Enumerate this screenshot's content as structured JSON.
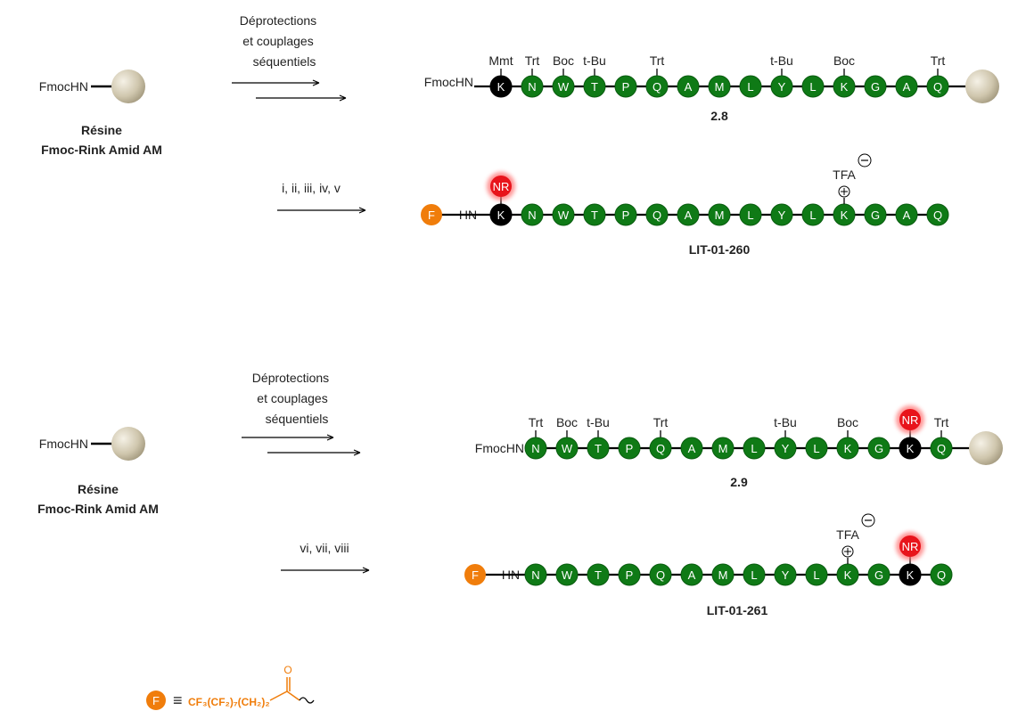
{
  "colors": {
    "residue_fill": "#0f7a16",
    "residue_stroke": "#0a5c10",
    "lysine_fill": "#000000",
    "nr_fill": "#e8141b",
    "nr_glow": "#ff6b6b",
    "fluoro_fill": "#f07d0b",
    "resin_fill": "#d3cbb5",
    "bond": "#000000"
  },
  "icons": {
    "resin": "resin-bead-icon",
    "fluoro_tag": "fluoro-tag-icon",
    "nr_label": "nr-label-icon",
    "charge_minus": "minus-charge-icon",
    "charge_plus": "plus-charge-icon"
  },
  "scheme1": {
    "start_label": "FmocHN",
    "resin_name": "Résine",
    "resin_type": "Fmoc-Rink Amid AM",
    "reagent_lines": [
      "Déprotections",
      "et couplages",
      "séquentiels"
    ],
    "product_prefix": "FmocHN",
    "product": [
      "K",
      "N",
      "W",
      "T",
      "P",
      "Q",
      "A",
      "M",
      "L",
      "Y",
      "L",
      "K",
      "G",
      "A",
      "Q"
    ],
    "protecting_groups": [
      "Mmt",
      "Trt",
      "Boc",
      "t-Bu",
      "",
      "Trt",
      "",
      "",
      "",
      "t-Bu",
      "",
      "Boc",
      "",
      "",
      "Trt"
    ],
    "product_label": "2.8",
    "conditions": "i, ii, iii, iv, v",
    "final_prefix": "HN",
    "final": [
      "K",
      "N",
      "W",
      "T",
      "P",
      "Q",
      "A",
      "M",
      "L",
      "Y",
      "L",
      "K",
      "G",
      "A",
      "Q"
    ],
    "final_label": "LIT-01-260",
    "counterion": "TFA"
  },
  "scheme2": {
    "start_label": "FmocHN",
    "resin_name": "Résine",
    "resin_type": "Fmoc-Rink Amid AM",
    "reagent_lines": [
      "Déprotections",
      "et couplages",
      "séquentiels"
    ],
    "product_prefix": "FmocHN",
    "product": [
      "N",
      "W",
      "T",
      "P",
      "Q",
      "A",
      "M",
      "L",
      "Y",
      "L",
      "K",
      "G",
      "K",
      "Q"
    ],
    "protecting_groups": [
      "Trt",
      "Boc",
      "t-Bu",
      "",
      "Trt",
      "",
      "",
      "",
      "t-Bu",
      "",
      "Boc",
      "",
      "",
      "Trt"
    ],
    "product_label": "2.9",
    "conditions": "vi, vii, viii",
    "final_prefix": "HN",
    "final": [
      "N",
      "W",
      "T",
      "P",
      "Q",
      "A",
      "M",
      "L",
      "Y",
      "L",
      "K",
      "G",
      "K",
      "Q"
    ],
    "final_label": "LIT-01-261",
    "counterion": "TFA"
  },
  "nr_label": "NR",
  "fluoro_letter": "F",
  "legend": {
    "equiv": "≡",
    "formula": "CF₃(CF₂)₇(CH₂)₂",
    "carbonyl_o": "O"
  }
}
